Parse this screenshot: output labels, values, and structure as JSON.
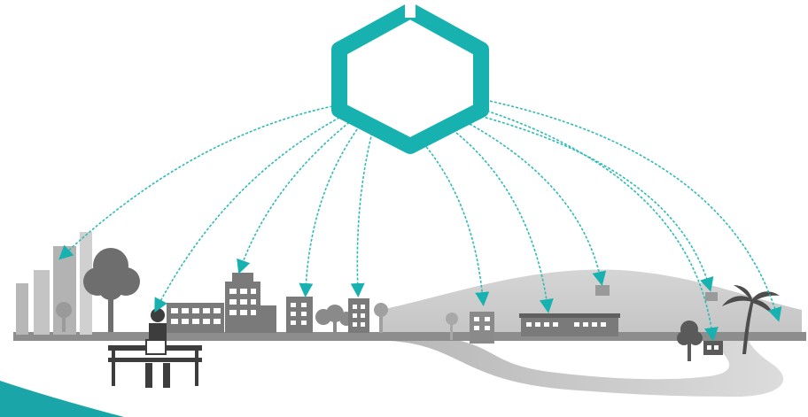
{
  "diagram": {
    "hub": {
      "icon": "hexagon-hub-icon",
      "color": "#17b2b0"
    },
    "arrow_color": "#2cbbb5",
    "connections": [
      "tall-buildings",
      "bench-worker",
      "office-building",
      "small-building-1",
      "small-building-2",
      "house-by-river",
      "long-school-building",
      "hillside-building-1",
      "hillside-building-2",
      "beach-hut",
      "palm-coast"
    ],
    "scene": {
      "ground_color": "#8d8d8d",
      "hill_color": "#c9c9c9",
      "building_color": "#7a7a7a",
      "accent": "#1aa6a8"
    }
  }
}
